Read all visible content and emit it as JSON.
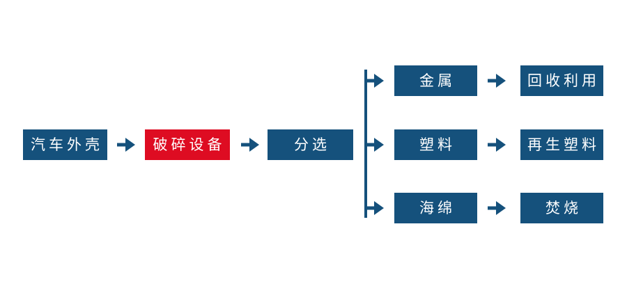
{
  "colors": {
    "node_blue": "#15517c",
    "node_red": "#de0c22",
    "arrow_blue": "#15517c",
    "text_white": "#ffffff",
    "background": "#ffffff"
  },
  "icons": {
    "arrow_glyph": "→"
  },
  "flow": {
    "main": [
      {
        "id": "car-shell",
        "label": "汽车外壳",
        "color": "blue"
      },
      {
        "id": "crusher",
        "label": "破碎设备",
        "color": "red"
      },
      {
        "id": "sorting",
        "label": "分选",
        "color": "blue"
      }
    ],
    "branches": [
      {
        "id": "metal",
        "source": "金属",
        "target": "回收利用"
      },
      {
        "id": "plastic",
        "source": "塑料",
        "target": "再生塑料"
      },
      {
        "id": "sponge",
        "source": "海绵",
        "target": "焚烧"
      }
    ]
  }
}
